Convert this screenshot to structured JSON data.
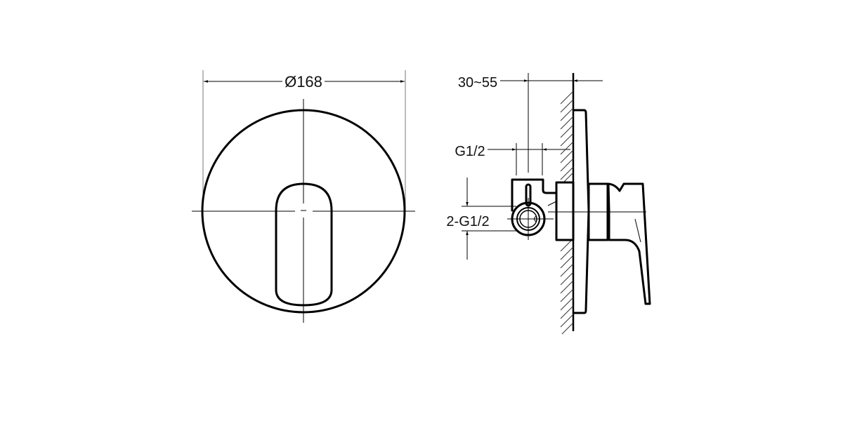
{
  "drawing": {
    "front_view": {
      "diameter_label": "Ø168"
    },
    "side_view": {
      "depth_label": "30~55",
      "inlet_label": "G1/2",
      "outlet_label": "2-G1/2"
    }
  },
  "colors": {
    "line": "#000000",
    "background": "#ffffff"
  }
}
